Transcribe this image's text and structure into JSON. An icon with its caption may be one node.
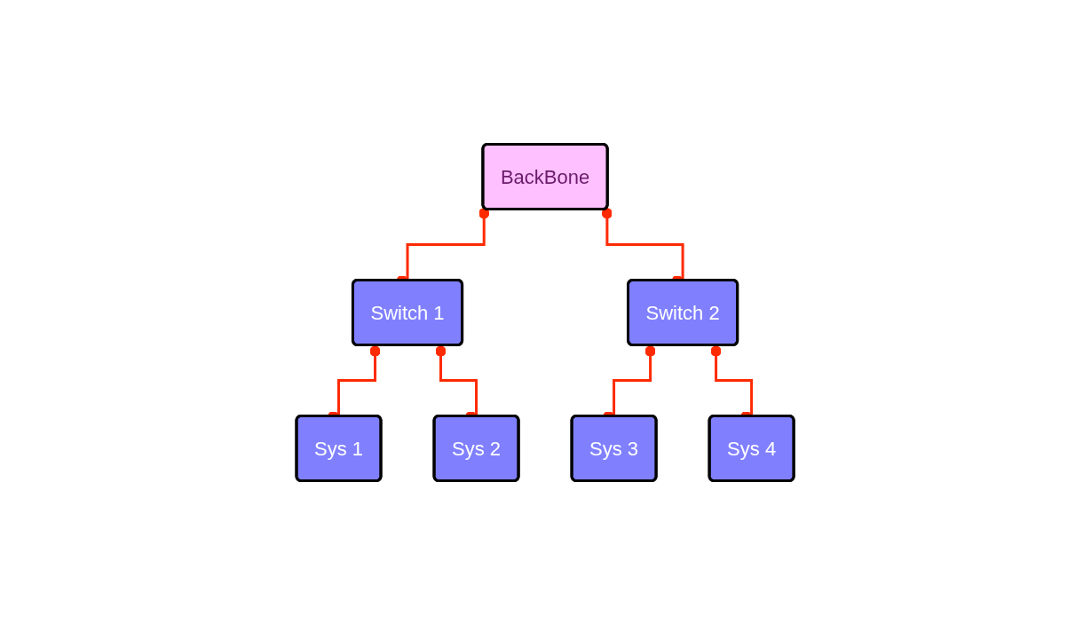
{
  "diagram": {
    "nodes": [
      {
        "text": [
          "BackBone"
        ]
      },
      {
        "text": [
          "Switch 1"
        ]
      },
      {
        "text": [
          "Switch 2"
        ]
      },
      {
        "text": [
          "Sys 1"
        ]
      },
      {
        "text": [
          "Sys 2"
        ]
      },
      {
        "text": [
          "Sys 3"
        ]
      },
      {
        "text": [
          "Sys 4"
        ]
      }
    ],
    "edges": [
      {
        "from": 0,
        "to": 1,
        "arrow": "other"
      },
      {
        "from": 0,
        "to": 2,
        "arrow": "other"
      },
      {
        "from": 1,
        "to": 3,
        "arrow": "other"
      },
      {
        "from": 1,
        "to": 4,
        "arrow": "other"
      },
      {
        "from": 2,
        "to": 5,
        "arrow": "other"
      },
      {
        "from": 2,
        "to": 6,
        "arrow": "other"
      }
    ]
  }
}
